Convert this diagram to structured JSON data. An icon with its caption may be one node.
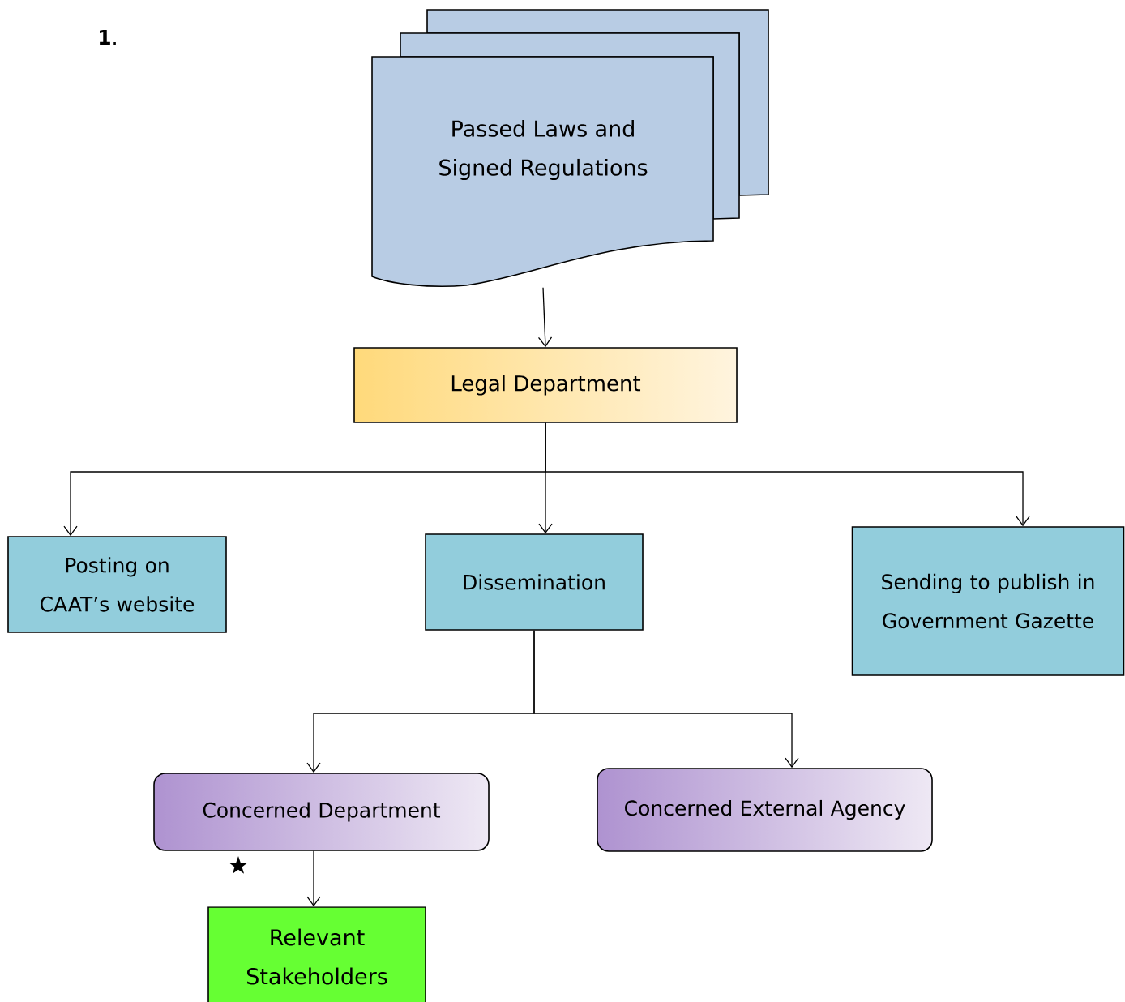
{
  "diagram": {
    "nodes": [
      {
        "text": [
          "Passed Laws and Signed Regulations"
        ]
      },
      {
        "text": [
          "Legal Department"
        ]
      },
      {
        "text": [
          "Posting on CAAT’s website"
        ]
      },
      {
        "text": [
          "Dissemination"
        ]
      },
      {
        "text": [
          "Sending to publish in Government Gazette"
        ]
      },
      {
        "text": [
          "Concerned Department"
        ]
      },
      {
        "text": [
          "Concerned External Agency"
        ]
      },
      {
        "text": [
          "Relevant Stakeholders"
        ]
      }
    ],
    "edges": [
      {
        "from": 0,
        "to": 1,
        "arrow": "to"
      },
      {
        "from": 1,
        "to": 2,
        "arrow": "to"
      },
      {
        "from": 1,
        "to": 3,
        "arrow": "to"
      },
      {
        "from": 1,
        "to": 4,
        "arrow": "to"
      },
      {
        "from": 3,
        "to": 5,
        "arrow": "to"
      },
      {
        "from": 3,
        "to": 6,
        "arrow": "to"
      },
      {
        "from": 5,
        "to": 7,
        "arrow": "to"
      }
    ],
    "labels": [
      "**1**."
    ]
  }
}
